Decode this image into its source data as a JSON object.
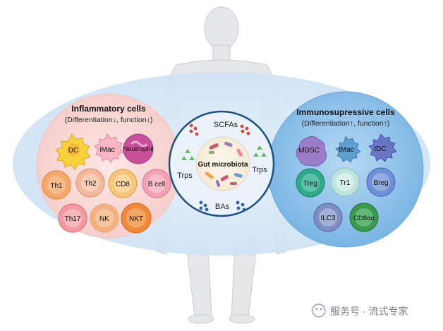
{
  "left_panel": {
    "title": "Inflammatory cells",
    "subtitle": "(Differentiation↓, function↓)",
    "cells": [
      "DC",
      "iMac",
      "Neutrophil",
      "Th1",
      "Th2",
      "CD8",
      "B cell",
      "Th17",
      "NK",
      "NKT"
    ]
  },
  "right_panel": {
    "title": "Immunosupressive cells",
    "subtitle": "(Differentiation↑, function↑)",
    "cells": [
      "MDSC",
      "tMac",
      "tDC",
      "Treg",
      "Tr1",
      "Breg",
      "ILC3",
      "CD8αα"
    ]
  },
  "center": {
    "top_label": "SCFAs",
    "core_label": "Gut microbiota",
    "left_label": "Trps",
    "right_label": "Trps",
    "bottom_label": "BAs"
  },
  "watermark": "服务号 · 流式专家",
  "colors": {
    "outer_ellipse": "#d6e8f6",
    "left_circle": "#f9d9d6",
    "right_circle": "#8ec3ea",
    "center_ring": "#1c4f82",
    "core_fill": "#fbf5e8",
    "scfa_dots": "#d9453a",
    "trp_triangles": "#6cb86a",
    "ba_dots": "#2a64b3"
  }
}
